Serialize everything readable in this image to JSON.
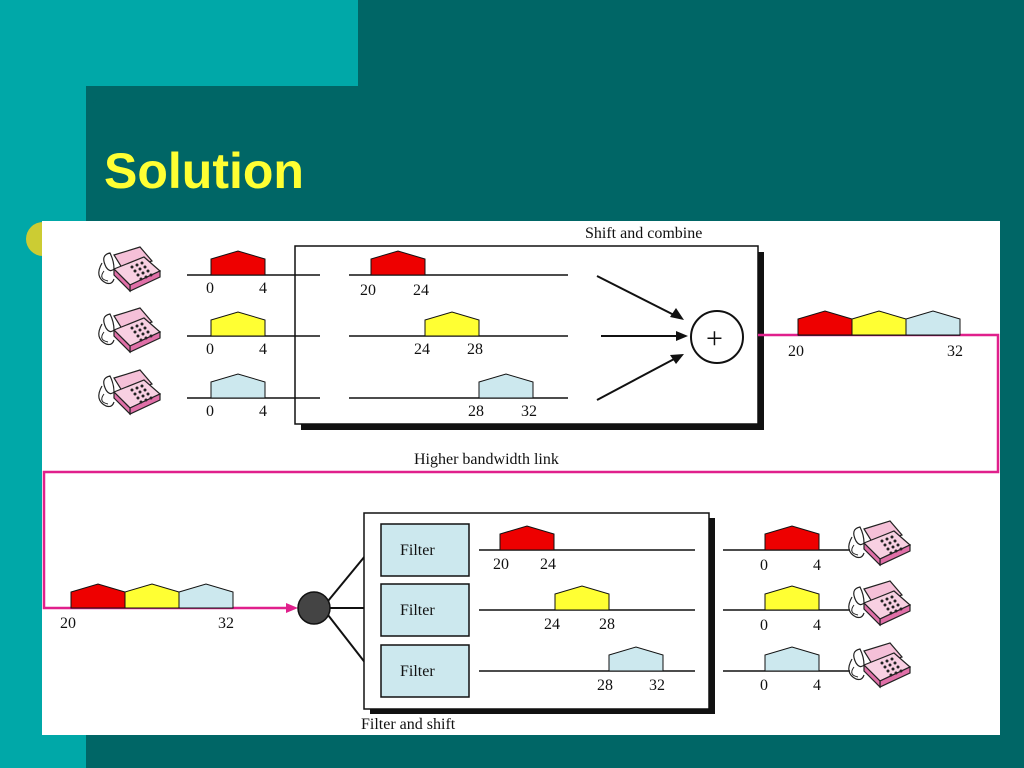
{
  "title": "Solution",
  "top_stage": {
    "label": "Shift and combine",
    "input_labels": [
      [
        "0",
        "4"
      ],
      [
        "0",
        "4"
      ],
      [
        "0",
        "4"
      ]
    ],
    "shifted_labels": [
      [
        "20",
        "24"
      ],
      [
        "24",
        "28"
      ],
      [
        "28",
        "32"
      ]
    ],
    "combiner_symbol": "+",
    "combined_labels": [
      "20",
      "32"
    ]
  },
  "link_label": "Higher bandwidth link",
  "bottom_stage": {
    "label": "Filter and shift",
    "input_labels": [
      "20",
      "32"
    ],
    "filter_label": "Filter",
    "filtered_labels": [
      [
        "20",
        "24"
      ],
      [
        "24",
        "28"
      ],
      [
        "28",
        "32"
      ]
    ],
    "output_labels": [
      [
        "0",
        "4"
      ],
      [
        "0",
        "4"
      ],
      [
        "0",
        "4"
      ]
    ]
  },
  "colors": {
    "channel_1": "#EE0000",
    "channel_2": "#FFFF33",
    "channel_3": "#CCE8EE",
    "link": "#E0208C",
    "filter_box": "#CCE8EE",
    "title": "#FFFF33"
  },
  "icons": [
    "telephone-icon"
  ]
}
